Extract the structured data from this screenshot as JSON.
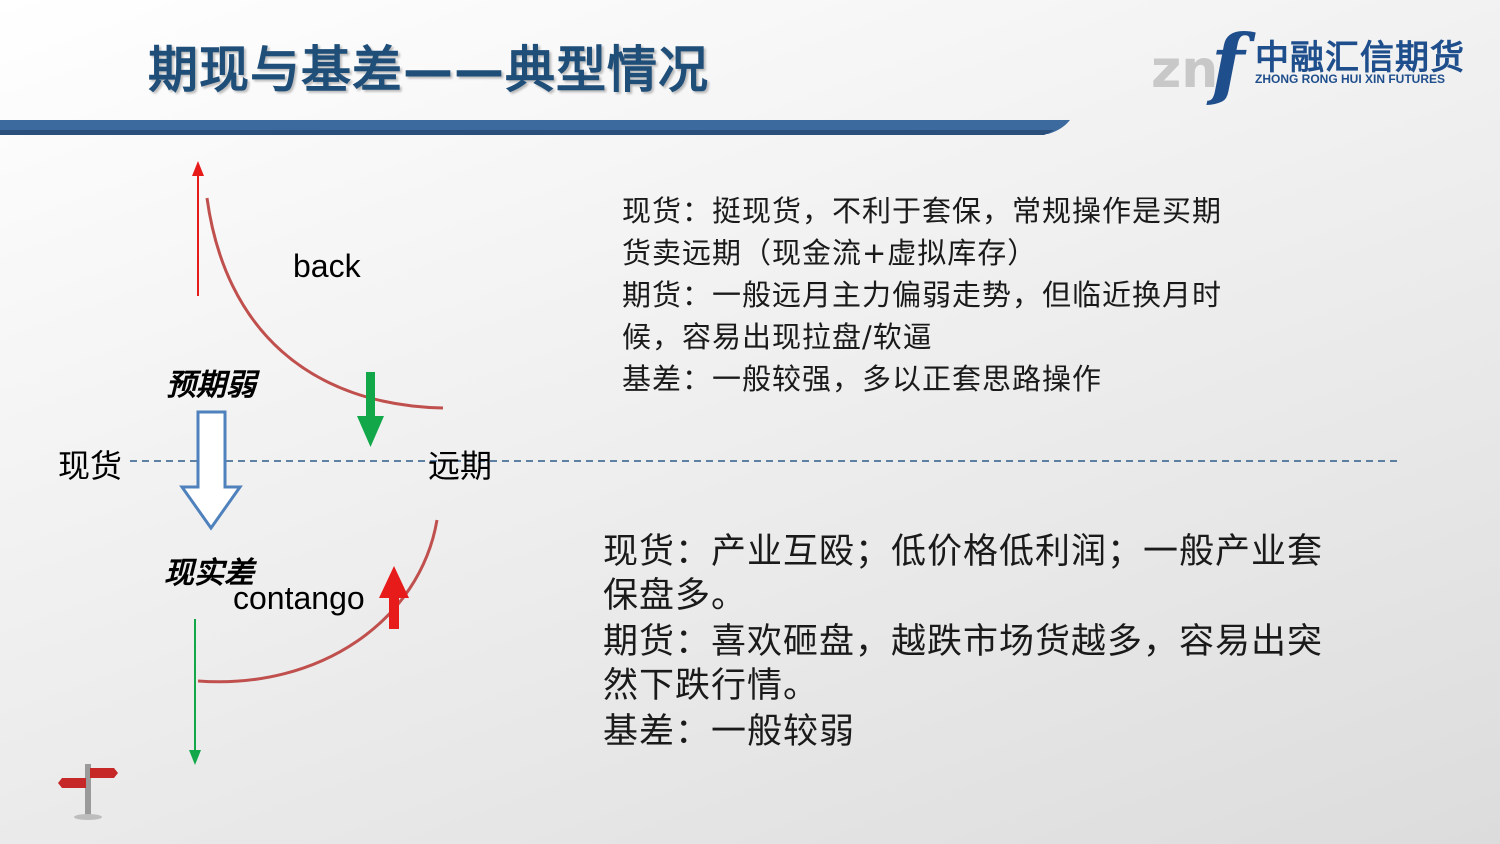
{
  "slide": {
    "title": "期现与基差——典型情况"
  },
  "logo": {
    "mark_letters": "zn",
    "mark_f": "f",
    "name_cn": "中融汇信期货",
    "name_en": "ZHONG RONG HUI XIN FUTURES"
  },
  "diagram": {
    "spot_label": "现货",
    "forward_label": "远期",
    "back_label": "back",
    "contango_label": "contango",
    "expect_weak_label": "预期弱",
    "reality_poor_label": "现实差"
  },
  "back_notes": {
    "lines": [
      "现货：挺现货，不利于套保，常规操作是买期",
      "货卖远期（现金流+虚拟库存）",
      "期货：一般远月主力偏弱走势，但临近换月时",
      "候，容易出现拉盘/软逼",
      "基差：一般较强，多以正套思路操作"
    ]
  },
  "contango_notes": {
    "lines": [
      "现货：产业互殴；低价格低利润；一般产业套",
      "保盘多。",
      "期货：喜欢砸盘，越跌市场货越多，容易出突",
      "然下跌行情。",
      "基差：一般较弱"
    ]
  },
  "colors": {
    "title": "#1f4e79",
    "curve": "#c0504d",
    "up_arrow": "#e81b1b",
    "down_arrow": "#12a84a",
    "dashed_line": "#2e5c8a",
    "hollow_arrow": "#4f81bd"
  }
}
